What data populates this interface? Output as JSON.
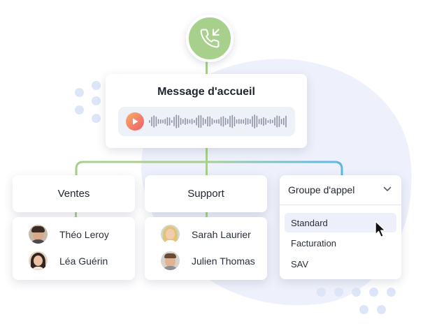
{
  "flow": {
    "welcome": {
      "title": "Message d'accueil"
    },
    "groups": [
      {
        "name": "Ventes",
        "members": [
          {
            "name": "Théo Leroy"
          },
          {
            "name": "Léa Guérin"
          }
        ]
      },
      {
        "name": "Support",
        "members": [
          {
            "name": "Sarah Laurier"
          },
          {
            "name": "Julien Thomas"
          }
        ]
      }
    ],
    "dropdown": {
      "label": "Groupe d'appel",
      "options": [
        {
          "label": "Standard",
          "selected": true
        },
        {
          "label": "Facturation",
          "selected": false
        },
        {
          "label": "SAV",
          "selected": false
        }
      ]
    }
  },
  "colors": {
    "call_icon_bg": "#a6d08c",
    "connector_green": "#a6d08c",
    "connector_blue": "#5bb8e6",
    "play_gradient_start": "#f6b163",
    "play_gradient_end": "#f05a6e",
    "background_blob": "#eef1fb",
    "dots": "#dde6f9"
  },
  "icons": {
    "call": "incoming-call-icon",
    "play": "play-icon",
    "dropdown": "chevron-down-icon",
    "cursor": "mouse-pointer-icon"
  }
}
